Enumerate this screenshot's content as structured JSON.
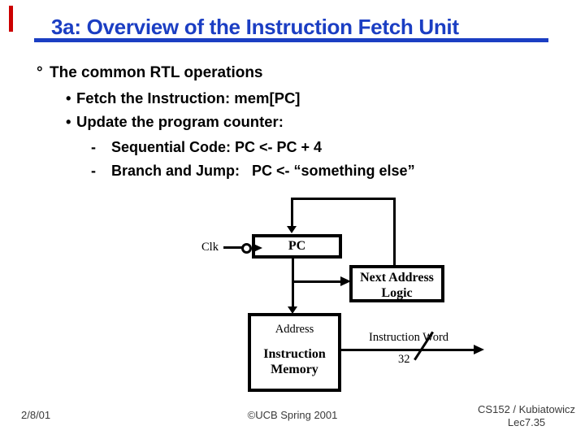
{
  "slide": {
    "title": "3a: Overview of the Instruction Fetch Unit",
    "accent_color": "#1b3ec3",
    "red_mark_color": "#cc0000"
  },
  "bullets": [
    {
      "glyph": "°",
      "text": "The common RTL operations"
    },
    {
      "glyph": "•",
      "text": "Fetch the Instruction: mem[PC]"
    },
    {
      "glyph": "•",
      "text": "Update the program counter:"
    },
    {
      "glyph": "-",
      "text": "Sequential Code: PC <- PC + 4"
    },
    {
      "glyph": "-",
      "text": "Branch and Jump:   PC <- “something else”"
    }
  ],
  "diagram": {
    "clk_label": "Clk",
    "pc_box_label": "PC",
    "next_address_logic": {
      "line1": "Next Address",
      "line2": "Logic"
    },
    "instruction_memory": {
      "port_label": "Address",
      "name_line1": "Instruction",
      "name_line2": "Memory"
    },
    "output_label": "Instruction Word",
    "bus_width": "32"
  },
  "footer": {
    "date": "2/8/01",
    "copyright": "©UCB Spring 2001",
    "course": "CS152 / Kubiatowicz",
    "lecture": "Lec7.35"
  }
}
